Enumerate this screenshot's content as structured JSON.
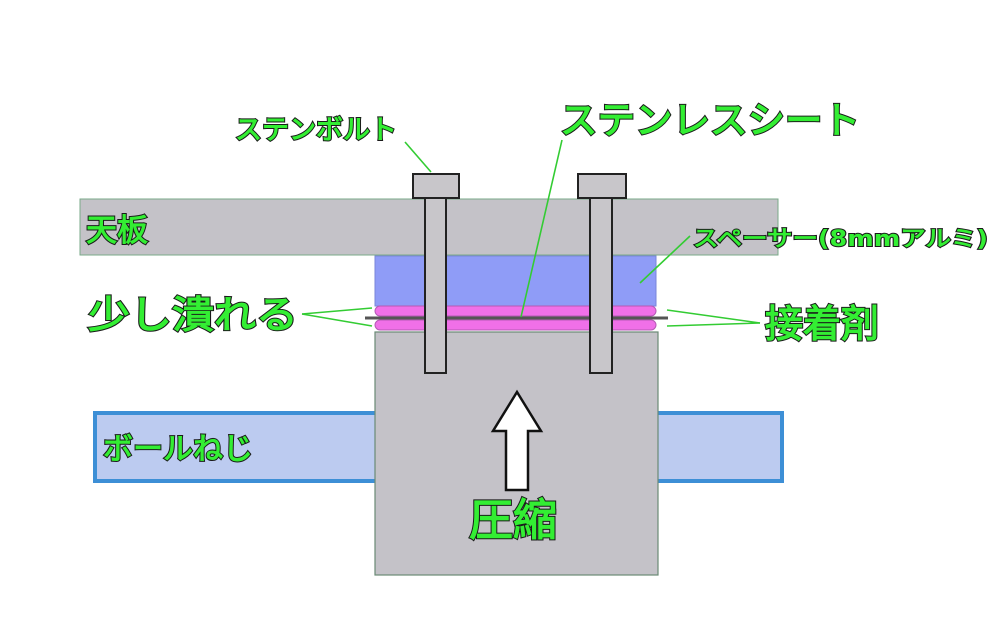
{
  "labels": {
    "bolt": "ステンボルト",
    "sheet": "ステンレスシート",
    "top_plate": "天板",
    "spacer": "スペーサー(8mmアルミ)",
    "crushed": "少し潰れる",
    "adhesive": "接着剤",
    "ball_screw": "ボールねじ",
    "compression": "圧縮"
  },
  "colors": {
    "label_fill": "#33ee33",
    "label_outline": "#1a1a1a",
    "leader_line": "#33cc33",
    "top_plate": "#c4c2c8",
    "spacer": "#8f9cf7",
    "adhesive": "#f070e8",
    "sheet": "#555555",
    "block": "#c4c2c8",
    "ball_screw_fill": "#bccbf0",
    "ball_screw_border": "#3d8fd6",
    "bolt": "#c8c6ca"
  }
}
